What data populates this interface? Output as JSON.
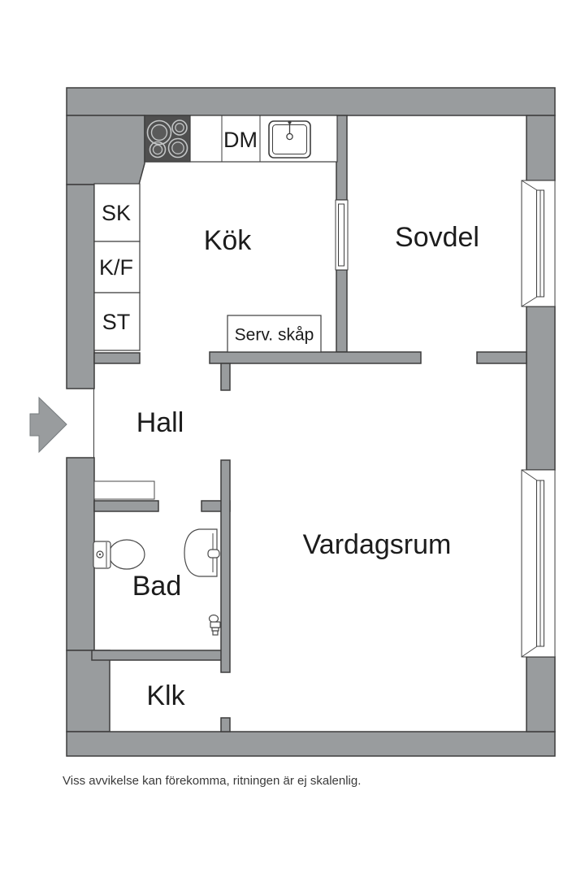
{
  "plan": {
    "room_labels": {
      "kok": "Kök",
      "sovdel": "Sovdel",
      "hall": "Hall",
      "bad": "Bad",
      "vardagsrum": "Vardagsrum",
      "klk": "Klk"
    },
    "cabinet_labels": {
      "sk": "SK",
      "kf": "K/F",
      "st": "ST"
    },
    "appliance_labels": {
      "dm": "DM",
      "serv_skap": "Serv. skåp"
    },
    "icons": [
      "stove-icon",
      "kitchen-sink-icon",
      "toilet-icon",
      "washbasin-icon",
      "shower-mixer-icon",
      "entrance-arrow-icon",
      "window-icon"
    ],
    "colors": {
      "wall": "#999c9e",
      "outline": "#3d3d3d",
      "stove": "#4f4f4f",
      "label_text": "#1c1c1c"
    }
  },
  "footer": {
    "disclaimer": "Viss avvikelse kan förekomma, ritningen är ej skalenlig."
  }
}
